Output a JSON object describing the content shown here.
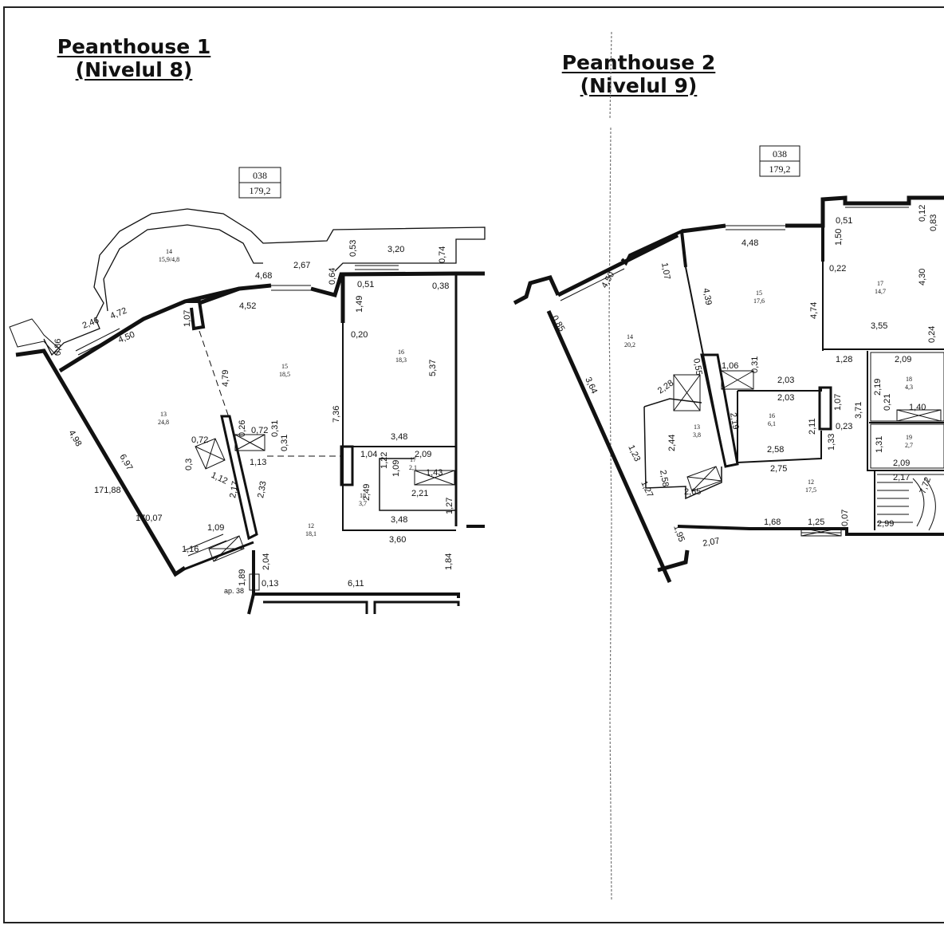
{
  "plan1": {
    "title_line1": "Peanthouse 1",
    "title_line2": "(Nivelul 8)",
    "box_code": "038",
    "box_area": "179,2",
    "rooms": [
      {
        "no": "14",
        "area": "15,9/4,8"
      },
      {
        "no": "15",
        "area": "18,5"
      },
      {
        "no": "16",
        "area": "18,3"
      },
      {
        "no": "13",
        "area": "24,8"
      },
      {
        "no": "17",
        "area": "2,1"
      },
      {
        "no": "18",
        "area": "3,7"
      },
      {
        "no": "12",
        "area": "18,1"
      }
    ],
    "dims": [
      "2,46",
      "4,72",
      "4,50",
      "0,86",
      "1,07",
      "4,68",
      "2,67",
      "0,53",
      "3,20",
      "0,74",
      "0,64",
      "0,51",
      "0,38",
      "4,52",
      "1,49",
      "4,79",
      "0,20",
      "5,37",
      "4,98",
      "6,97",
      "171,88",
      "170,07",
      "0,72",
      "0,3",
      "1,12",
      "0,26",
      "0,72",
      "0,31",
      "0,31",
      "1,13",
      "7,36",
      "3,48",
      "1,04",
      "1,22",
      "1,09",
      "2,09",
      "1,43",
      "2,49",
      "2,21",
      "3,48",
      "3,60",
      "1,27",
      "2,17",
      "2,33",
      "1,09",
      "1,16",
      "1,84",
      "2,04",
      "1,89",
      "0,13",
      "6,11"
    ],
    "label_ap": "ap. 38"
  },
  "plan2": {
    "title_line1": "Peanthouse 2",
    "title_line2": "(Nivelul 9)",
    "box_code": "038",
    "box_area": "179,2",
    "rooms": [
      {
        "no": "14",
        "area": "20,2"
      },
      {
        "no": "15",
        "area": "17,6"
      },
      {
        "no": "17",
        "area": "14,7"
      },
      {
        "no": "16",
        "area": "6,1"
      },
      {
        "no": "13",
        "area": "3,8"
      },
      {
        "no": "18",
        "area": "4,3"
      },
      {
        "no": "19",
        "area": "2,7"
      },
      {
        "no": "12",
        "area": "17,5"
      }
    ],
    "dims": [
      "4,50",
      "1,07",
      "0,85",
      "4,48",
      "1,50",
      "0,51",
      "0,12",
      "0,83",
      "0,22",
      "4,30",
      "4,39",
      "4,74",
      "3,55",
      "0,24",
      "1,28",
      "2,09",
      "1,06",
      "0,31",
      "0,55",
      "2,03",
      "2,03",
      "2,28",
      "2,19",
      "1,07",
      "3,71",
      "0,21",
      "1,40",
      "2,44",
      "2,58",
      "2,19",
      "2,11",
      "1,33",
      "0,23",
      "1,31",
      "2,58",
      "2,75",
      "2,09",
      "3,64",
      "1,23",
      "1,27",
      "2,65",
      "2,17",
      "7,72",
      "1,95",
      "2,07",
      "1,68",
      "1,25",
      "0,07",
      "2,99"
    ]
  }
}
